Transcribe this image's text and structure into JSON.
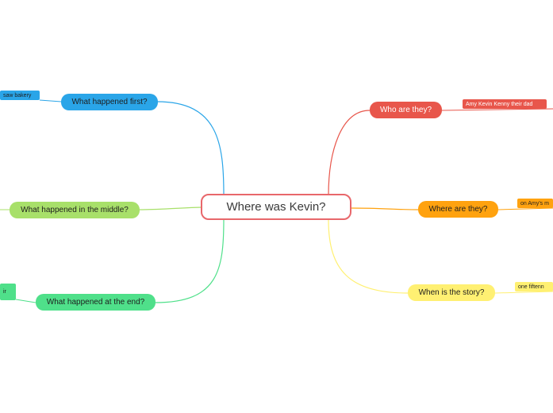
{
  "central": {
    "label": "Where was Kevin?"
  },
  "left_branches": [
    {
      "label": "What happened first?",
      "color": "#2aa5e8",
      "leaf": "saw   bakery",
      "leaf_color": "#2aa5e8"
    },
    {
      "label": "What happened in the middle?",
      "color": "#a8e06a",
      "leaf": "",
      "leaf_color": "#a8e06a"
    },
    {
      "label": "What happened at the end?",
      "color": "#4fe08a",
      "leaf": "ir",
      "leaf_color": "#4fe08a"
    }
  ],
  "right_branches": [
    {
      "label": "Who are they?",
      "color": "#e8564b",
      "leaf": "Amy  Kevin  Kenny  their dad",
      "leaf_color": "#e8564b"
    },
    {
      "label": "Where are they?",
      "color": "#ffa20f",
      "leaf": "on Amy's m",
      "leaf_color": "#ffa20f"
    },
    {
      "label": "When is the story?",
      "color": "#fff072",
      "leaf": "one fiftenn",
      "leaf_color": "#fff072"
    }
  ]
}
